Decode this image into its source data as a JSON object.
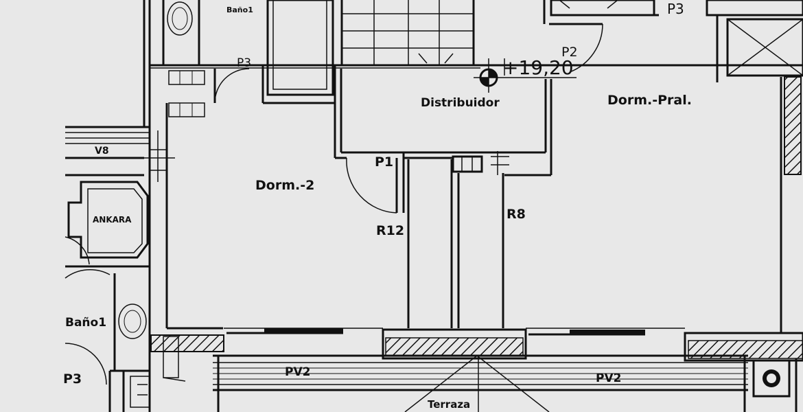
{
  "colors": {
    "paper": "#e8e8e8",
    "ink": "#111111"
  },
  "labels": {
    "bano_top": "Baño1",
    "p3_left": "P3",
    "p3_top_right": "P3",
    "p2": "P2",
    "level": "+19,20",
    "distribuidor": "Distribuidor",
    "dorm_pral": "Dorm.-Pral.",
    "v8": "V8",
    "ankara": "ANKARA",
    "dorm2": "Dorm.-2",
    "p1": "P1",
    "r12": "R12",
    "r8": "R8",
    "bano_left": "Baño1",
    "p3_bottom": "P3",
    "pv2_left": "PV2",
    "pv2_right": "PV2",
    "terraza": "Terraza"
  }
}
